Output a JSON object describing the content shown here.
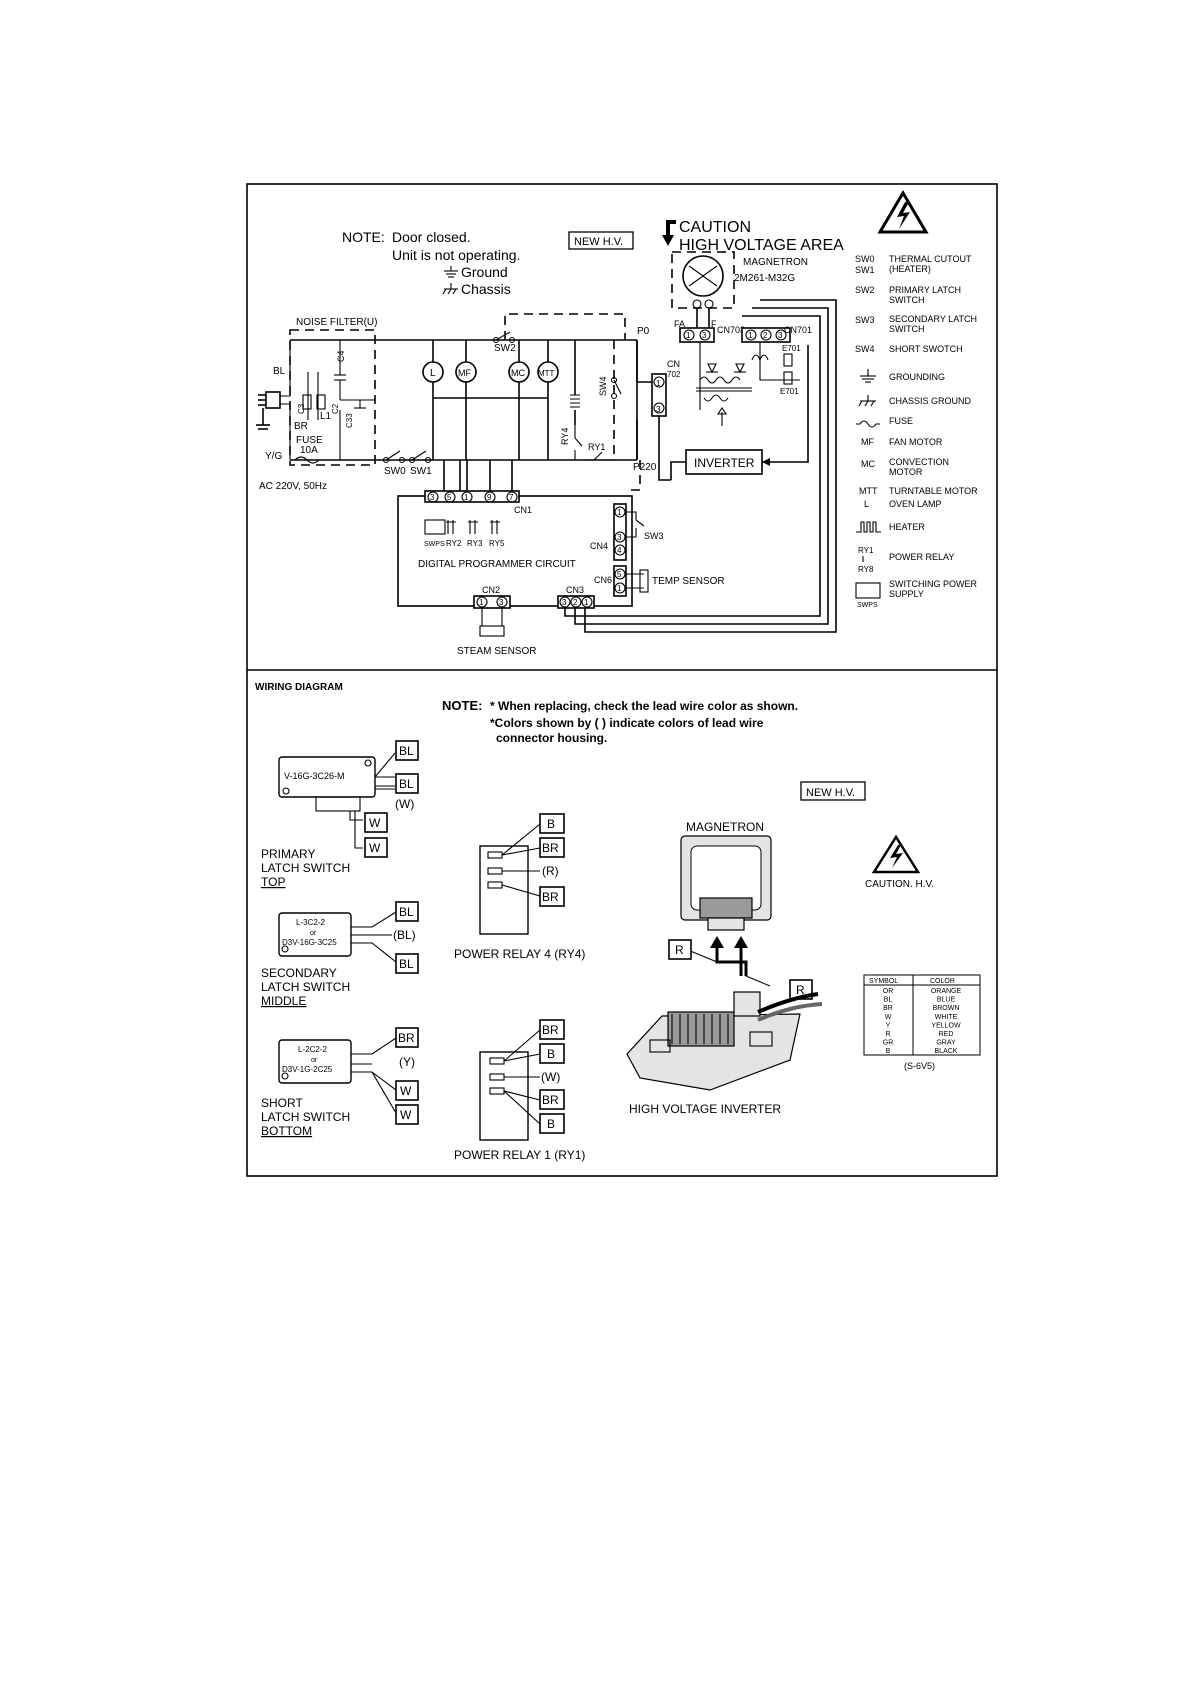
{
  "schematic": {
    "note_label": "NOTE:",
    "note_line1": "Door closed.",
    "note_line2": "Unit is not operating.",
    "note_ground": "Ground",
    "note_chassis": "Chassis",
    "new_hv": "NEW H.V.",
    "caution": "CAUTION",
    "hv_area": "HIGH VOLTAGE AREA",
    "magnetron": "MAGNETRON",
    "magnetron_model": "2M261-M32G",
    "noise_filter": "NOISE FILTER(U)",
    "fuse": "FUSE",
    "fuse_rating": "10A",
    "ac_supply": "AC 220V, 50Hz",
    "inverter": "INVERTER",
    "digital_circuit": "DIGITAL PROGRAMMER CIRCUIT",
    "temp_sensor": "TEMP SENSOR",
    "steam_sensor": "STEAM SENSOR",
    "labels": {
      "bl": "BL",
      "br": "BR",
      "yg": "Y/G",
      "c4": "C4",
      "c3": "C3",
      "l1": "L1",
      "c2": "C2",
      "c33": "C33",
      "sw0": "SW0",
      "sw1": "SW1",
      "sw2": "SW2",
      "sw3": "SW3",
      "sw4": "SW4",
      "ry4": "RY4",
      "ry1": "RY1",
      "p0": "P0",
      "p220": "P220",
      "cn": "CN",
      "cn702": "702",
      "cn703": "CN703",
      "cn701": "CN701",
      "e701a": "E701",
      "e701b": "E701",
      "fa": "FA",
      "f": "F",
      "cn1": "CN1",
      "cn2": "CN2",
      "cn3": "CN3",
      "cn4": "CN4",
      "cn6": "CN6",
      "swps": "SWPS",
      "ry2": "RY2",
      "ry3": "RY3",
      "ry5": "RY5",
      "lamp": "L",
      "mf": "MF",
      "mc": "MC",
      "mtt": "MTT"
    },
    "cn1_pins": [
      "3",
      "5",
      "1",
      "9",
      "7"
    ],
    "cn2_pins": [
      "1",
      "3"
    ],
    "cn3_pins": [
      "3",
      "2",
      "1"
    ],
    "cn4_pins": [
      "1",
      "3",
      "4"
    ],
    "cn6_pins": [
      "5",
      "1"
    ],
    "cn702_pins": [
      "1",
      "3"
    ],
    "cn703_pins": [
      "1",
      "3"
    ],
    "cn701_pins": [
      "1",
      "2",
      "3"
    ]
  },
  "legend": [
    {
      "sym": "SW0",
      "sym2": "SW1",
      "text": "THERMAL CUTOUT",
      "text2": "(HEATER)"
    },
    {
      "sym": "SW2",
      "sym2": "",
      "text": "PRIMARY LATCH",
      "text2": "SWITCH"
    },
    {
      "sym": "SW3",
      "sym2": "",
      "text": "SECONDARY LATCH",
      "text2": "SWITCH"
    },
    {
      "sym": "SW4",
      "sym2": "",
      "text": "SHORT SWOTCH",
      "text2": ""
    },
    {
      "sym": "",
      "sym2": "",
      "text": "GROUNDING",
      "text2": ""
    },
    {
      "sym": "",
      "sym2": "",
      "text": "CHASSIS GROUND",
      "text2": ""
    },
    {
      "sym": "",
      "sym2": "",
      "text": "FUSE",
      "text2": ""
    },
    {
      "sym": "MF",
      "sym2": "",
      "text": "FAN MOTOR",
      "text2": ""
    },
    {
      "sym": "MC",
      "sym2": "",
      "text": "CONVECTION",
      "text2": "MOTOR"
    },
    {
      "sym": "MTT",
      "sym2": "",
      "text": "TURNTABLE MOTOR",
      "text2": ""
    },
    {
      "sym": "L",
      "sym2": "",
      "text": "OVEN LAMP",
      "text2": ""
    },
    {
      "sym": "",
      "sym2": "",
      "text": "HEATER",
      "text2": ""
    },
    {
      "sym": "RY1",
      "sym2": "RY8",
      "text": "POWER RELAY",
      "text2": ""
    },
    {
      "sym": "SWPS",
      "sym2": "",
      "text": "SWITCHING POWER",
      "text2": "SUPPLY"
    }
  ],
  "wiring": {
    "title": "WIRING DIAGRAM",
    "note_label": "NOTE:",
    "note1": "* When replacing, check the lead wire color as shown.",
    "note2": "*Colors shown by ( ) indicate colors of lead wire",
    "note3": "connector housing.",
    "new_hv": "NEW H.V.",
    "magnetron": "MAGNETRON",
    "caution_hv": "CAUTION. H.V.",
    "hv_inverter": "HIGH VOLTAGE INVERTER",
    "code": "(S-6V5)",
    "sw_top": {
      "part": "V-16G-3C26-M",
      "name1": "PRIMARY",
      "name2": "LATCH SWITCH",
      "name3": "TOP",
      "wires": [
        "BL",
        "BL",
        "(W)",
        "W",
        "W"
      ]
    },
    "sw_mid": {
      "part1": "L-3C2-2",
      "or": "or",
      "part2": "D3V-16G-3C25",
      "name1": "SECONDARY",
      "name2": "LATCH SWITCH",
      "name3": "MIDDLE",
      "wires": [
        "BL",
        "(BL)",
        "BL"
      ]
    },
    "sw_bot": {
      "part1": "L-2C2-2",
      "or": "or",
      "part2": "D3V-1G-2C25",
      "name1": "SHORT",
      "name2": "LATCH SWITCH",
      "name3": "BOTTOM",
      "wires": [
        "BR",
        "(Y)",
        "W",
        "W"
      ]
    },
    "relay4": {
      "name": "POWER RELAY 4 (RY4)",
      "wires": [
        "B",
        "BR",
        "(R)",
        "BR"
      ]
    },
    "relay1": {
      "name": "POWER RELAY 1 (RY1)",
      "wires": [
        "BR",
        "B",
        "(W)",
        "BR",
        "B"
      ]
    },
    "mag_leads": [
      "R",
      "R"
    ],
    "color_table": {
      "headers": [
        "SYMBOL",
        "COLOR"
      ],
      "rows": [
        [
          "OR",
          "ORANGE"
        ],
        [
          "BL",
          "BLUE"
        ],
        [
          "BR",
          "BROWN"
        ],
        [
          "W",
          "WHITE"
        ],
        [
          "Y",
          "YELLOW"
        ],
        [
          "R",
          "RED"
        ],
        [
          "GR",
          "GRAY"
        ],
        [
          "B",
          "BLACK"
        ]
      ]
    }
  }
}
